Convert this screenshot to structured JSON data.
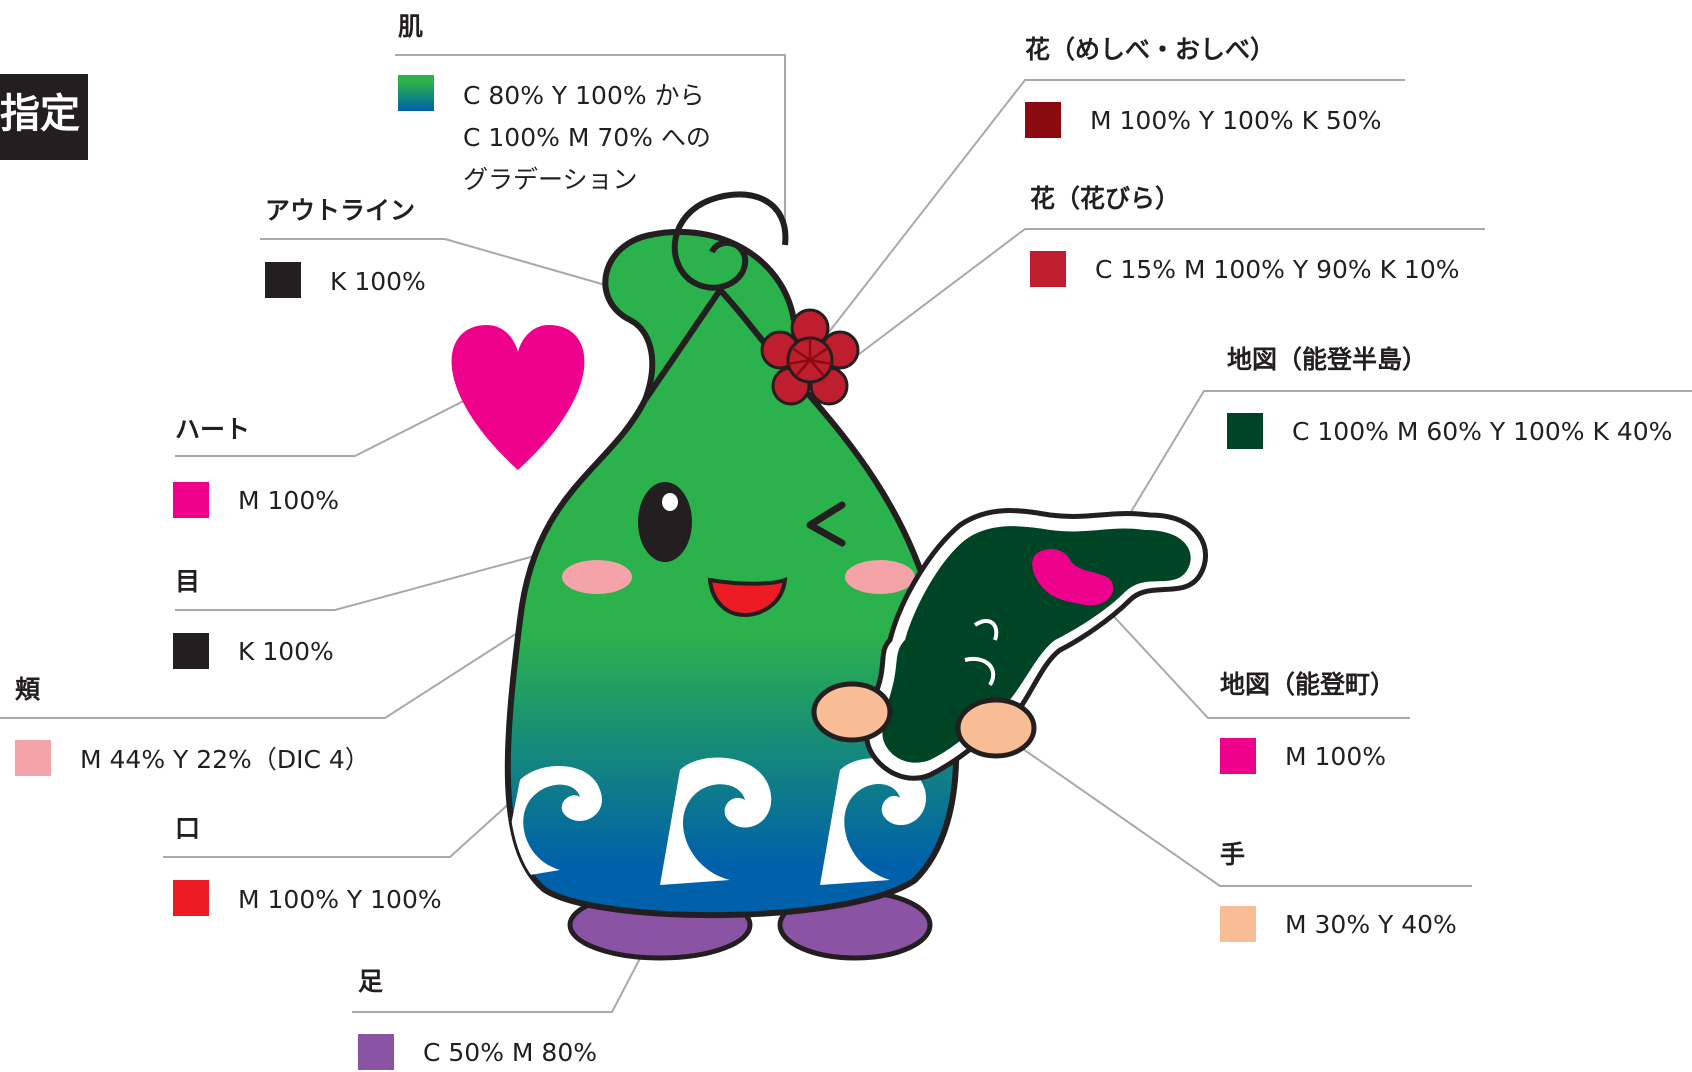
{
  "header": {
    "title": "指定"
  },
  "parts": {
    "skin": {
      "label": "肌",
      "value_lines": [
        "C 80% Y 100% から",
        "C 100% M 70% への",
        "グラデーション"
      ],
      "gradient": [
        "#2bb24c",
        "#0060aa"
      ]
    },
    "outline": {
      "label": "アウトライン",
      "value": "K 100%",
      "color": "#231f20"
    },
    "heart": {
      "label": "ハート",
      "value": "M 100%",
      "color": "#ec008c"
    },
    "eye": {
      "label": "目",
      "value": "K 100%",
      "color": "#231f20"
    },
    "cheek": {
      "label": "頬",
      "value": "M 44% Y 22%（DIC 4）",
      "color": "#f4a3a8"
    },
    "mouth": {
      "label": "口",
      "value": "M 100% Y 100%",
      "color": "#ed1c24"
    },
    "foot": {
      "label": "足",
      "value": "C 50% M 80%",
      "color": "#8b53a3"
    },
    "flower_center": {
      "label": "花（めしべ・おしべ）",
      "value": "M 100% Y 100% K 50%",
      "color": "#8b0a10"
    },
    "flower_petal": {
      "label": "花（花びら）",
      "value": "C 15% M 100% Y 90% K 10%",
      "color": "#be1e2d"
    },
    "map_peninsula": {
      "label": "地図（能登半島）",
      "value": "C 100% M 60% Y 100% K 40%",
      "color": "#004426"
    },
    "map_town": {
      "label": "地図（能登町）",
      "value": "M 100%",
      "color": "#ec008c"
    },
    "hand": {
      "label": "手",
      "value": "M 30% Y 40%",
      "color": "#f9bd95"
    }
  },
  "colors": {
    "wave_white": "#ffffff",
    "leader_line": "#a7a9ac"
  }
}
